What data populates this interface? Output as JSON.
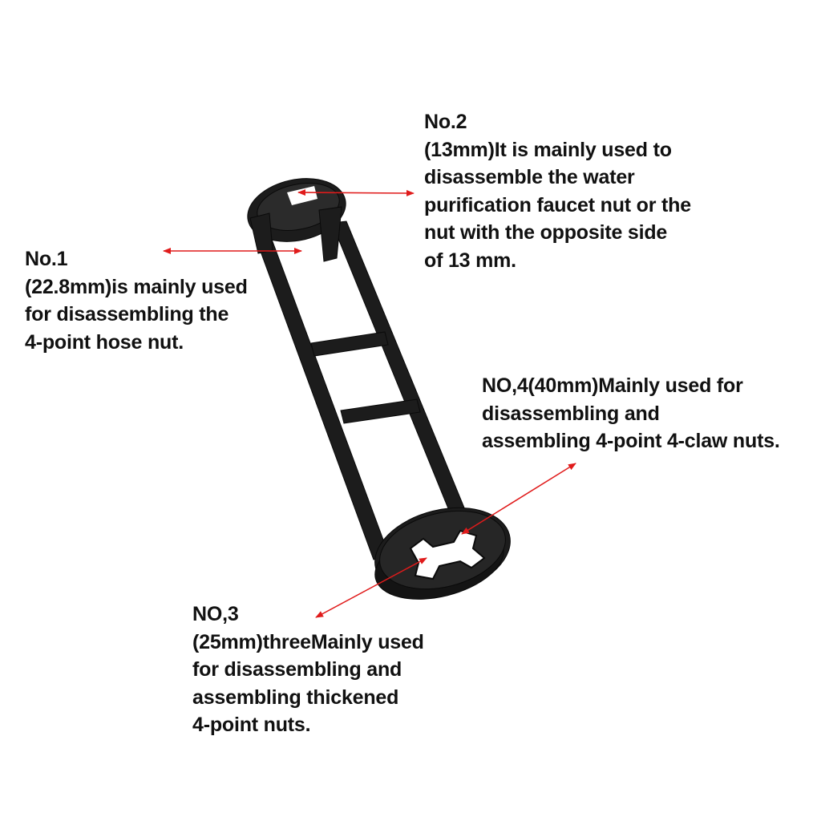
{
  "labels": {
    "no1": {
      "lines": [
        "No.1",
        "(22.8mm)is mainly used",
        "for disassembling the",
        "4-point hose nut."
      ]
    },
    "no2": {
      "lines": [
        "No.2",
        "(13mm)It is mainly used to",
        "disassemble the water",
        "purification faucet nut or the",
        "nut with the opposite side",
        "of 13 mm."
      ]
    },
    "no3": {
      "lines": [
        "NO,3",
        "(25mm)threeMainly used",
        "for disassembling and",
        "assembling thickened",
        "4-point nuts."
      ]
    },
    "no4": {
      "lines": [
        "NO,4(40mm)Mainly used for",
        "disassembling and",
        "assembling 4-point 4-claw nuts."
      ]
    }
  },
  "colors": {
    "background": "#ffffff",
    "text": "#111111",
    "tool": "#1c1c1c",
    "arrow": "#e01b1b"
  }
}
